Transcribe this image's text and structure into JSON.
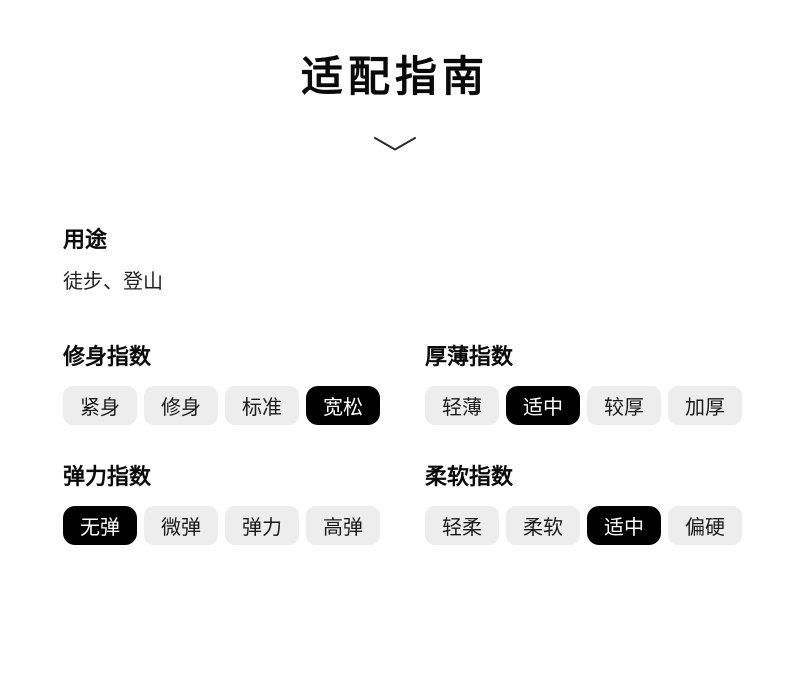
{
  "title": "适配指南",
  "usage": {
    "label": "用途",
    "value": "徒步、登山"
  },
  "sections": [
    {
      "label": "修身指数",
      "options": [
        "紧身",
        "修身",
        "标准",
        "宽松"
      ],
      "selected": 3
    },
    {
      "label": "厚薄指数",
      "options": [
        "轻薄",
        "适中",
        "较厚",
        "加厚"
      ],
      "selected": 1
    },
    {
      "label": "弹力指数",
      "options": [
        "无弹",
        "微弹",
        "弹力",
        "高弹"
      ],
      "selected": 0
    },
    {
      "label": "柔软指数",
      "options": [
        "轻柔",
        "柔软",
        "适中",
        "偏硬"
      ],
      "selected": 2
    }
  ],
  "colors": {
    "background": "#ffffff",
    "pill_bg": "#ededed",
    "pill_selected_bg": "#000000",
    "pill_selected_text": "#ffffff",
    "text": "#0a0a0a"
  }
}
